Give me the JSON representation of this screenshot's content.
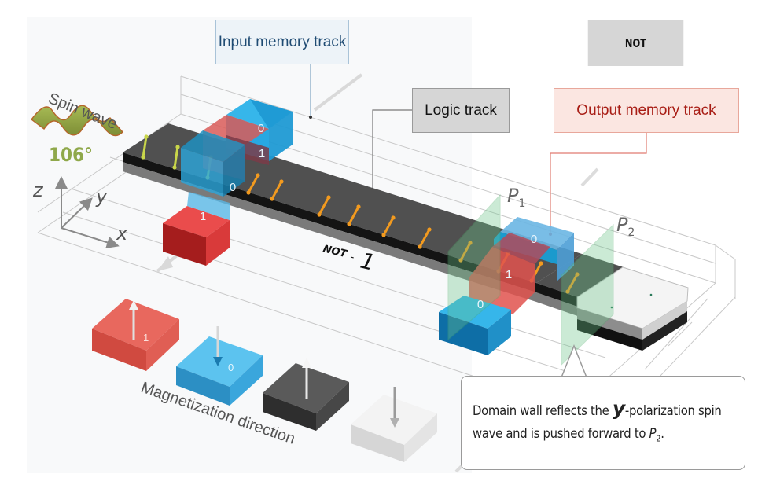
{
  "figure": {
    "gate_name": "NOT",
    "result_label": {
      "prefix": "NOT",
      "separator": "-",
      "value": "1"
    }
  },
  "labels": {
    "input_memory_track": "Input memory track",
    "logic_track": "Logic track",
    "output_memory_track": "Output memory track",
    "spin_wave": "Spin wave",
    "spin_wave_angle": "106°",
    "magnetization_direction": "Magnetization direction",
    "plane_p1": {
      "base": "P",
      "sub": "1"
    },
    "plane_p2": {
      "base": "P",
      "sub": "2"
    }
  },
  "axes": {
    "x": "x",
    "y": "y",
    "z": "z"
  },
  "input_track_cells": [
    "0",
    "1",
    "0",
    "1"
  ],
  "output_track_cells": [
    "0",
    "1",
    "0"
  ],
  "legend": [
    {
      "state": "1",
      "color": "#e2534a",
      "arrow": "up"
    },
    {
      "state": "0",
      "color": "#3aaee6",
      "arrow": "down"
    },
    {
      "state": "",
      "color": "#555555",
      "arrow": "up"
    },
    {
      "state": "",
      "color": "#ececec",
      "arrow": "down"
    }
  ],
  "callout": {
    "part1": "Domain wall reflects the ",
    "y_var": "y",
    "part2": "-polarization spin wave and is pushed forward to ",
    "p_var": "P",
    "p_sub": "2",
    "end": "."
  },
  "colors": {
    "magnet_up_red": "#e2534a",
    "magnet_down_blue": "#3aaee6",
    "logic_dark": "#4a4a4a",
    "domain_wall_plane": "#8fcf9f",
    "spin_wave_green": "#8fa84a",
    "moment_arrow_orange": "#f29a1f",
    "moment_arrow_yellow": "#c9d64a"
  }
}
